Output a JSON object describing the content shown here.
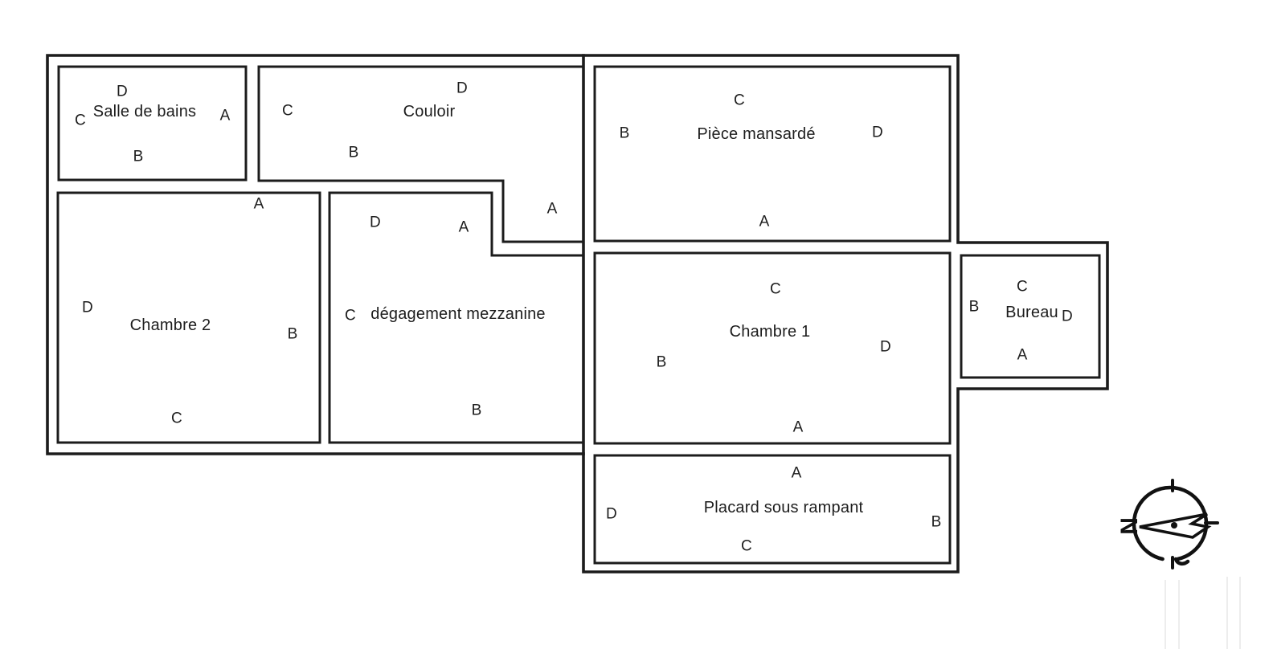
{
  "diagram_type": "floor-plan",
  "rooms": {
    "salle_de_bains": {
      "name": "Salle de bains",
      "walls": {
        "top": "D",
        "left": "C",
        "right": "A",
        "bottom": "B"
      }
    },
    "couloir": {
      "name": "Couloir",
      "walls": {
        "top": "D",
        "left": "C",
        "bottom": "B",
        "annex": "A"
      }
    },
    "piece_mansarde": {
      "name": "Pièce mansardé",
      "walls": {
        "top": "C",
        "left": "B",
        "right": "D",
        "bottom": "A"
      }
    },
    "chambre_2": {
      "name": "Chambre 2",
      "walls": {
        "top": "A",
        "left": "D",
        "right": "B",
        "bottom": "C"
      }
    },
    "degagement_mezzanine": {
      "name": "dégagement mezzanine",
      "walls": {
        "top": "D",
        "notch": "A",
        "left": "C",
        "bottom": "B"
      }
    },
    "chambre_1": {
      "name": "Chambre 1",
      "walls": {
        "top": "C",
        "left": "B",
        "right": "D",
        "bottom": "A"
      }
    },
    "bureau": {
      "name": "Bureau",
      "walls": {
        "top": "C",
        "left": "B",
        "right": "D",
        "bottom": "A"
      }
    },
    "placard_sous_rampant": {
      "name": "Placard sous rampant",
      "walls": {
        "top": "A",
        "left": "D",
        "right": "B",
        "bottom": "C"
      }
    }
  },
  "compass": {
    "north_letter": "N"
  },
  "colors": {
    "wall": "#1c1c1c",
    "background": "#ffffff",
    "text": "#1d1d1d"
  }
}
